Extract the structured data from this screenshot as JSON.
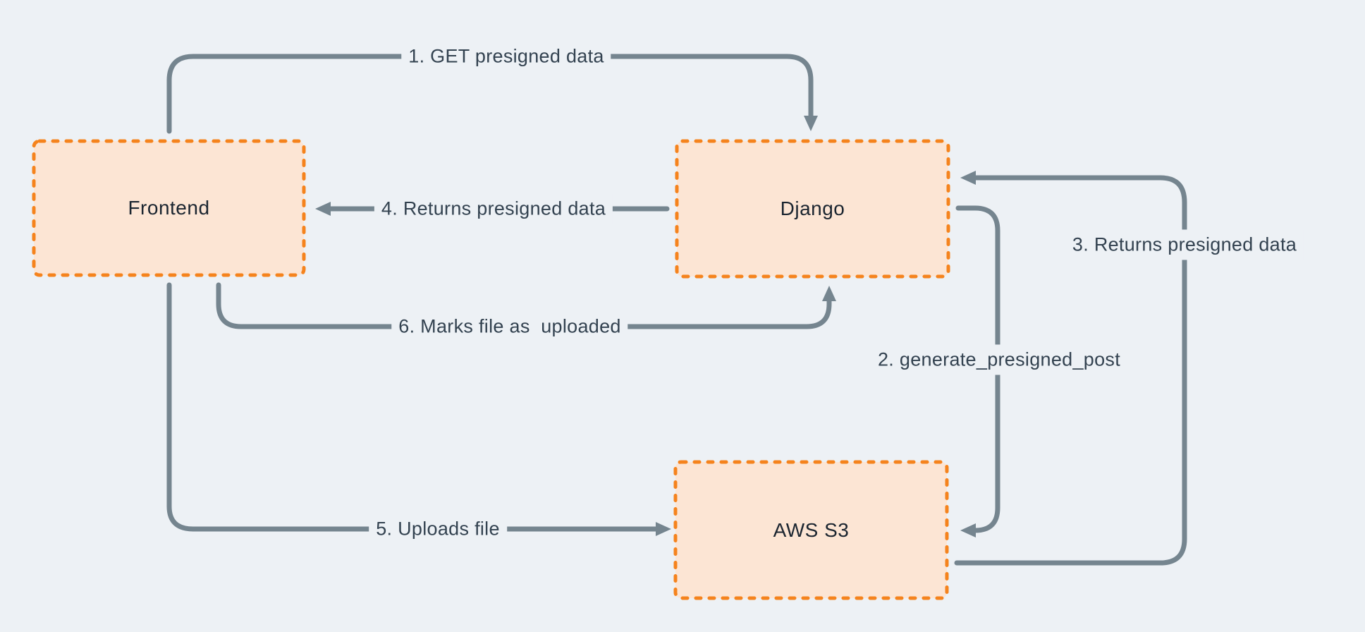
{
  "colors": {
    "background": "#edf1f5",
    "node_fill": "#fce5d4",
    "node_border": "#f5831d",
    "arrow": "#75858f",
    "edge_label_text": "#334250",
    "node_label_text": "#1b2530"
  },
  "diagram": {
    "type": "flow-diagram",
    "description_visible_text_only": true,
    "nodes": [
      {
        "id": "frontend",
        "label": "Frontend"
      },
      {
        "id": "django",
        "label": "Django"
      },
      {
        "id": "aws-s3",
        "label": "AWS S3"
      }
    ],
    "edges": [
      {
        "step": 1,
        "label": "1. GET presigned data",
        "from": "Frontend",
        "to": "Django"
      },
      {
        "step": 2,
        "label": "2. generate_presigned_post",
        "from": "Django",
        "to": "AWS S3"
      },
      {
        "step": 3,
        "label": "3. Returns presigned data",
        "from": "AWS S3",
        "to": "Django"
      },
      {
        "step": 4,
        "label": "4. Returns presigned data",
        "from": "Django",
        "to": "Frontend"
      },
      {
        "step": 5,
        "label": "5. Uploads file",
        "from": "Frontend",
        "to": "AWS S3"
      },
      {
        "step": 6,
        "label": "6. Marks file as  uploaded",
        "from": "Frontend",
        "to": "Django"
      }
    ]
  }
}
